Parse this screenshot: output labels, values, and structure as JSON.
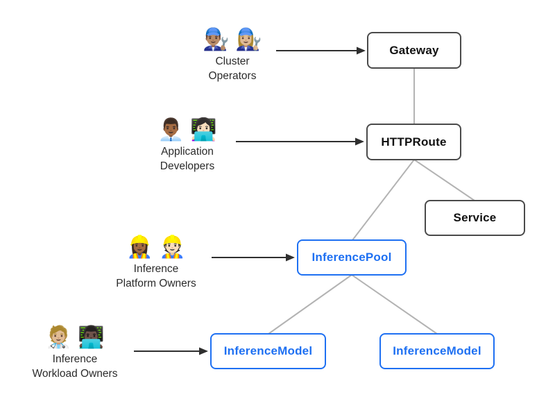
{
  "colors": {
    "bg": "#ffffff",
    "node-border-dark": "#4a4a4a",
    "node-text-dark": "#111111",
    "node-border-blue": "#1e70f2",
    "node-text-blue": "#1e70f2",
    "edge": "#b3b3b3",
    "arrow": "#2f2f2f",
    "label-text": "#2b2b2b"
  },
  "actors": [
    {
      "emoji": "👨🏽‍🔧 👩🏼‍🔧",
      "label1": "Cluster",
      "label2": "Operators"
    },
    {
      "emoji": "👨🏾‍💼 👩🏻‍💻",
      "label1": "Application",
      "label2": "Developers"
    },
    {
      "emoji": "👷🏾‍♀️ 👷🏻",
      "label1": "Inference",
      "label2": "Platform Owners"
    },
    {
      "emoji": "🧑🏼‍⚕️ 👨🏿‍💻",
      "label1": "Inference",
      "label2": "Workload Owners"
    }
  ],
  "nodes": {
    "gateway": "Gateway",
    "httproute": "HTTPRoute",
    "service": "Service",
    "inferencepool": "InferencePool",
    "inferencemodel1": "InferenceModel",
    "inferencemodel2": "InferenceModel"
  },
  "edges": [
    {
      "from": "Gateway",
      "to": "HTTPRoute"
    },
    {
      "from": "HTTPRoute",
      "to": "Service"
    },
    {
      "from": "HTTPRoute",
      "to": "InferencePool"
    },
    {
      "from": "InferencePool",
      "to": "InferenceModel (left)"
    },
    {
      "from": "InferencePool",
      "to": "InferenceModel (right)"
    }
  ],
  "actor_arrows": [
    {
      "from": "Cluster Operators",
      "to": "Gateway"
    },
    {
      "from": "Application Developers",
      "to": "HTTPRoute"
    },
    {
      "from": "Inference Platform Owners",
      "to": "InferencePool"
    },
    {
      "from": "Inference Workload Owners",
      "to": "InferenceModel (left)"
    }
  ]
}
